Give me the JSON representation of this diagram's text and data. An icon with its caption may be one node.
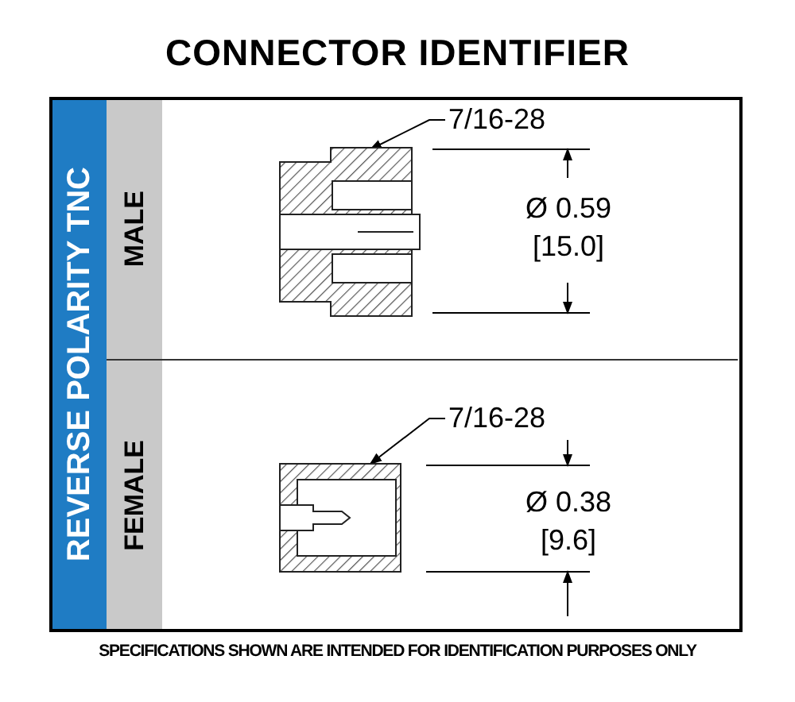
{
  "diagram": {
    "title": "CONNECTOR IDENTIFIER",
    "caption": "SPECIFICATIONS SHOWN ARE INTENDED FOR IDENTIFICATION PURPOSES ONLY",
    "nodes": [
      {
        "text": [
          "REVERSE POLARITY TNC"
        ]
      },
      {
        "text": [
          "MALE"
        ]
      },
      {
        "text": [
          "FEMALE"
        ]
      },
      {
        "text": [
          "7/16-28"
        ]
      },
      {
        "text": [],
        "shape": "picture"
      },
      {
        "text": [
          "7/16-28"
        ]
      },
      {
        "text": [],
        "shape": "picture"
      }
    ],
    "edges": [
      {
        "from": 3,
        "to": 4,
        "arrow": "to"
      },
      {
        "from": 5,
        "to": 6,
        "arrow": "to"
      }
    ],
    "labels": [
      "Ø 0.59",
      "[15.0]",
      "Ø 0.38",
      "[9.6]"
    ]
  }
}
